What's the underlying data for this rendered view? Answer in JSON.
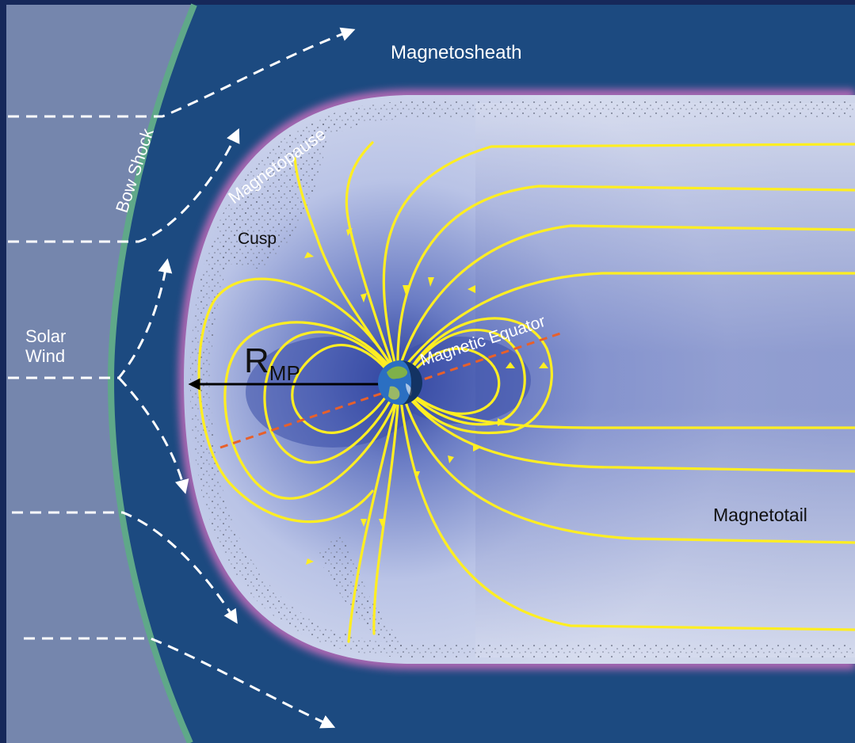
{
  "labels": {
    "magnetosheath": "Magnetosheath",
    "bow_shock": "Bow Shock",
    "magnetopause": "Magnetopause",
    "cusp": "Cusp",
    "solar_wind_line1": "Solar",
    "solar_wind_line2": "Wind",
    "r_main": "R",
    "r_sub": "MP",
    "magnetic_equator": "Magnetic Equator",
    "magnetotail": "Magnetotail"
  },
  "colors": {
    "solar_wind_region": "#7586ad",
    "magnetosheath_region": "#1c4a80",
    "bow_shock_line": "#5fa889",
    "magnetopause_glow": "#d070c0",
    "field_lines": "#ffee22",
    "equator_line": "#e8602a",
    "flow_arrows": "#ffffff",
    "border": "#16285a"
  }
}
